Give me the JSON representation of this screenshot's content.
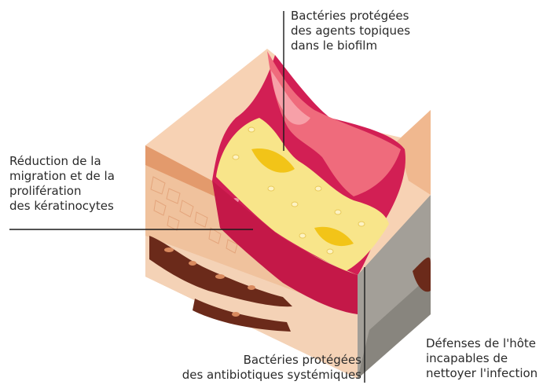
{
  "labels": {
    "top": "Bactéries protégées\ndes agents topiques\ndans le biofilm",
    "left": "Réduction de la\nmigration et de la\nprolifération\ndes kératinocytes",
    "bottom": "Bactéries protégées\ndes antibiotiques systémiques",
    "right": "Défenses de l'hôte\nincapables de\nnettoyer l'infection"
  },
  "colors": {
    "skin_top": "#f7d2b4",
    "epidermis": "#f2b98c",
    "dermis": "#f0c29d",
    "dermis_side": "#e7a77b",
    "wound_bed": "#d21f54",
    "slough": "#f8e58a",
    "biofilm_pink": "#ef6b7c",
    "vessel": "#6b2a1a",
    "grey_tissue": "#8e8c86",
    "leader": "#1a1a1a"
  }
}
